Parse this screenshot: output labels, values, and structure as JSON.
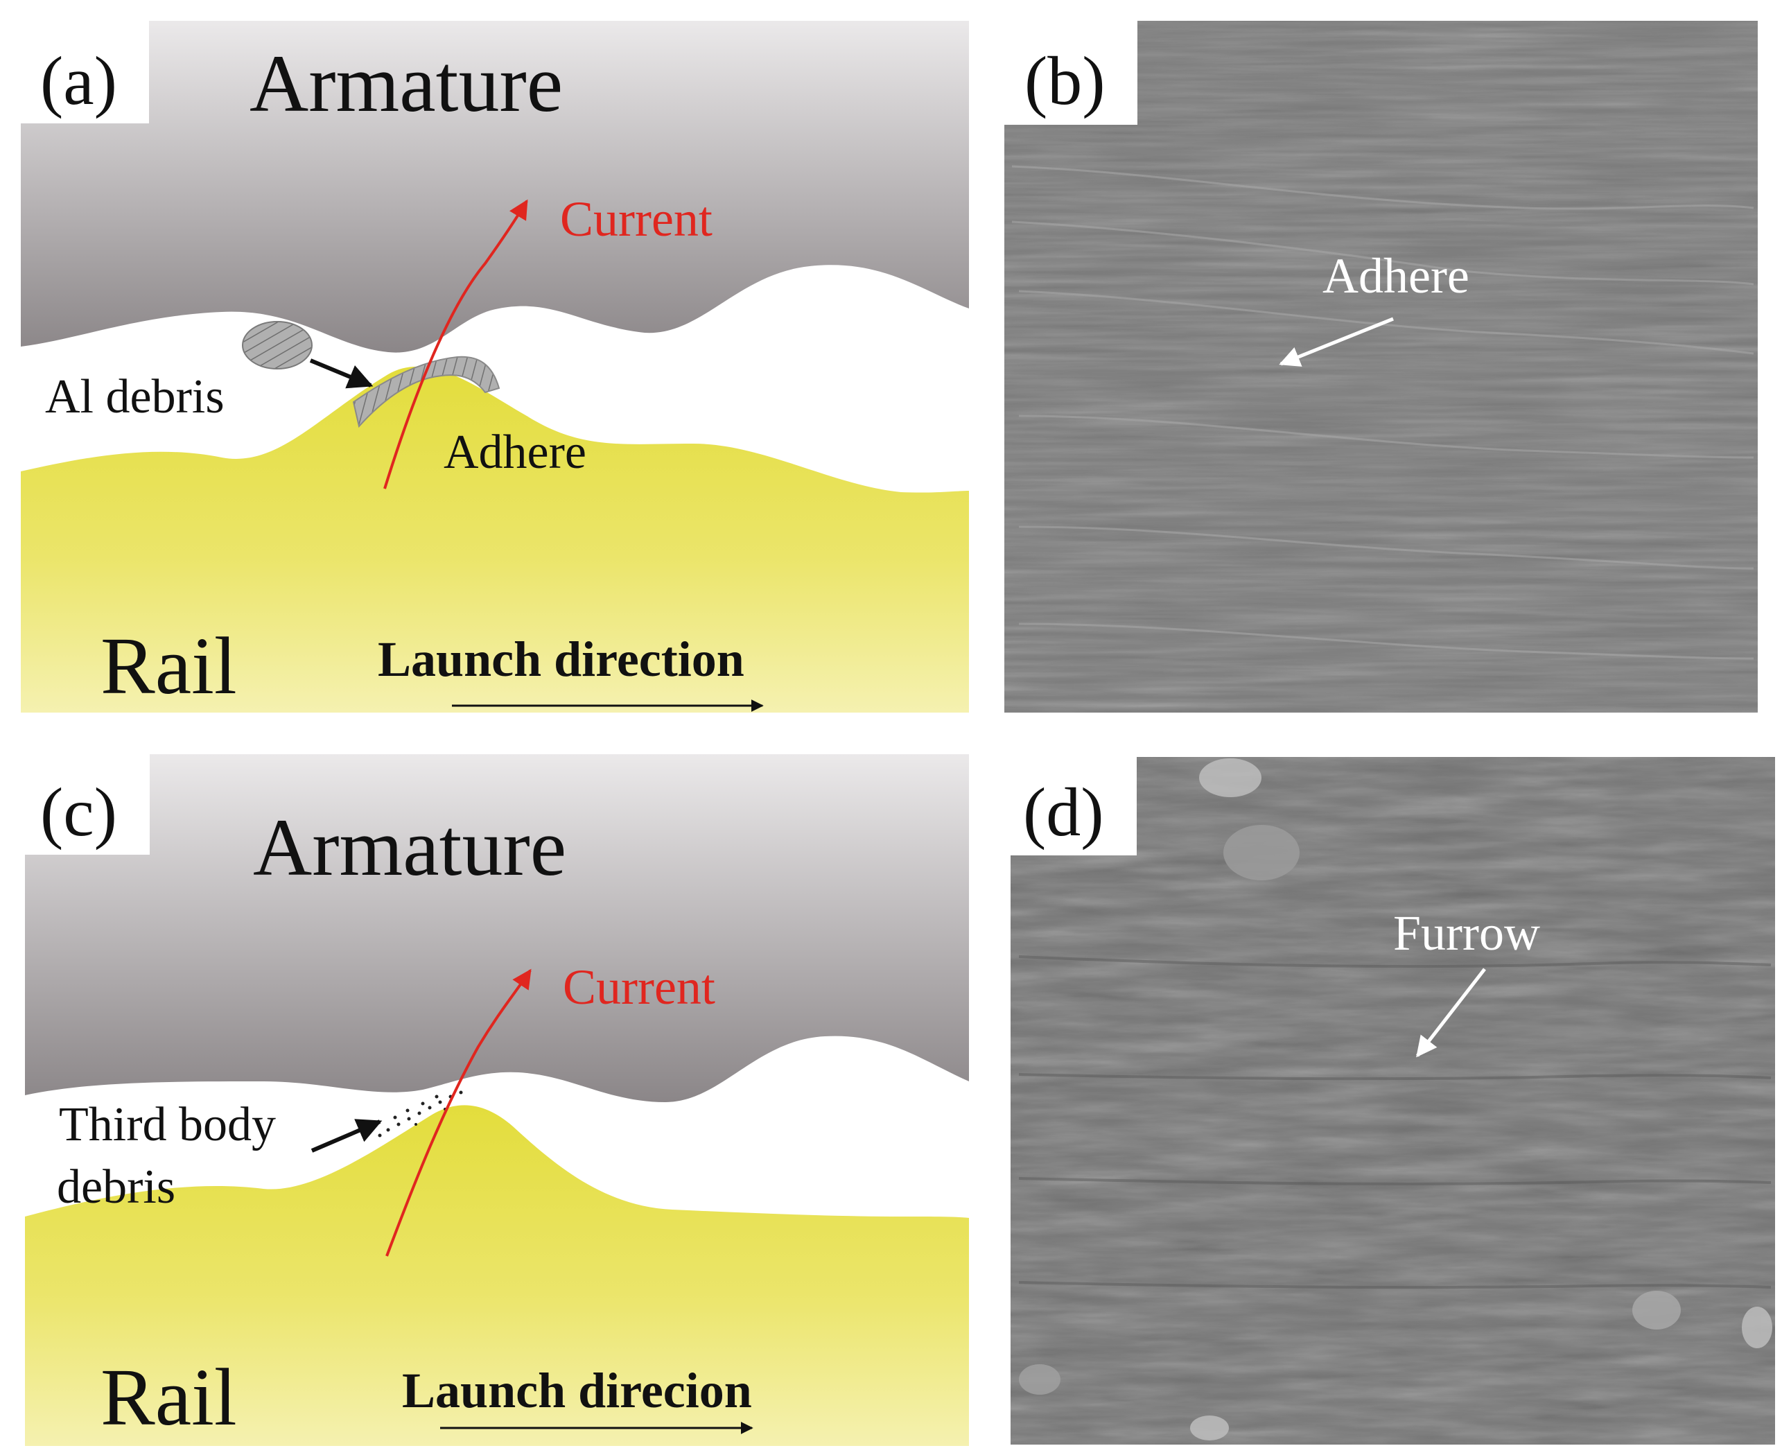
{
  "panel_a": {
    "tag": "(a)",
    "armature": "Armature",
    "rail": "Rail",
    "current": "Current",
    "debris": "Al debris",
    "adhere": "Adhere",
    "launch": "Launch direction"
  },
  "panel_b": {
    "tag": "(b)",
    "annotation": "Adhere"
  },
  "panel_c": {
    "tag": "(c)",
    "armature": "Armature",
    "rail": "Rail",
    "current": "Current",
    "debris_line1": "Third body",
    "debris_line2": "debris",
    "launch": "Launch direcion"
  },
  "panel_d": {
    "tag": "(d)",
    "annotation": "Furrow"
  },
  "colors": {
    "armature_top": "#e6e4e5",
    "armature_bottom": "#8b8688",
    "rail_top": "#e3dd3c",
    "rail_bottom": "#f3efa8",
    "current": "#e0261f",
    "sem_base": "#7d7d7d",
    "debris": "#a8a8a8"
  }
}
